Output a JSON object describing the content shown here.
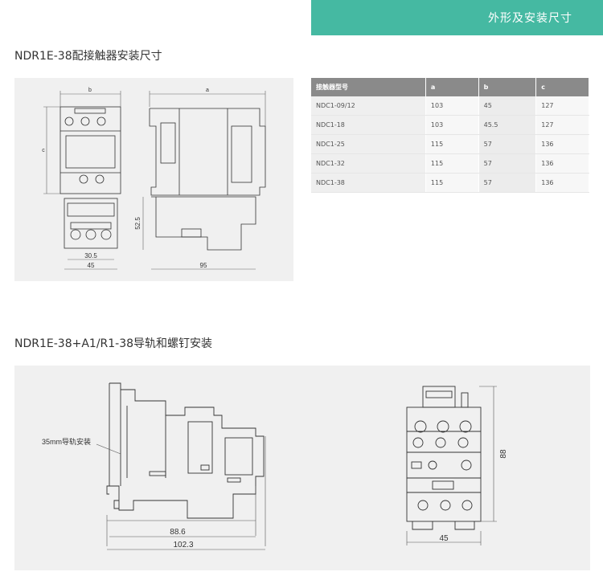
{
  "header": {
    "title": "外形及安装尺寸"
  },
  "section1": {
    "title": "NDR1E-38配接触器安装尺寸",
    "dims": {
      "b": "b",
      "a": "a",
      "c": "c",
      "d1": "30.5",
      "d2": "45",
      "d3": "52.5",
      "d4": "95"
    }
  },
  "table": {
    "headers": [
      "接触器型号",
      "a",
      "b",
      "c"
    ],
    "rows": [
      [
        "NDC1-09/12",
        "103",
        "45",
        "127"
      ],
      [
        "NDC1-18",
        "103",
        "45.5",
        "127"
      ],
      [
        "NDC1-25",
        "115",
        "57",
        "136"
      ],
      [
        "NDC1-32",
        "115",
        "57",
        "136"
      ],
      [
        "NDC1-38",
        "115",
        "57",
        "136"
      ]
    ]
  },
  "section2": {
    "title": "NDR1E-38+A1/R1-38导轨和螺钉安装",
    "rail_label": "35mm导轨安装",
    "dims": {
      "d1": "88.6",
      "d2": "102.3",
      "d3": "45",
      "d4": "88"
    }
  }
}
